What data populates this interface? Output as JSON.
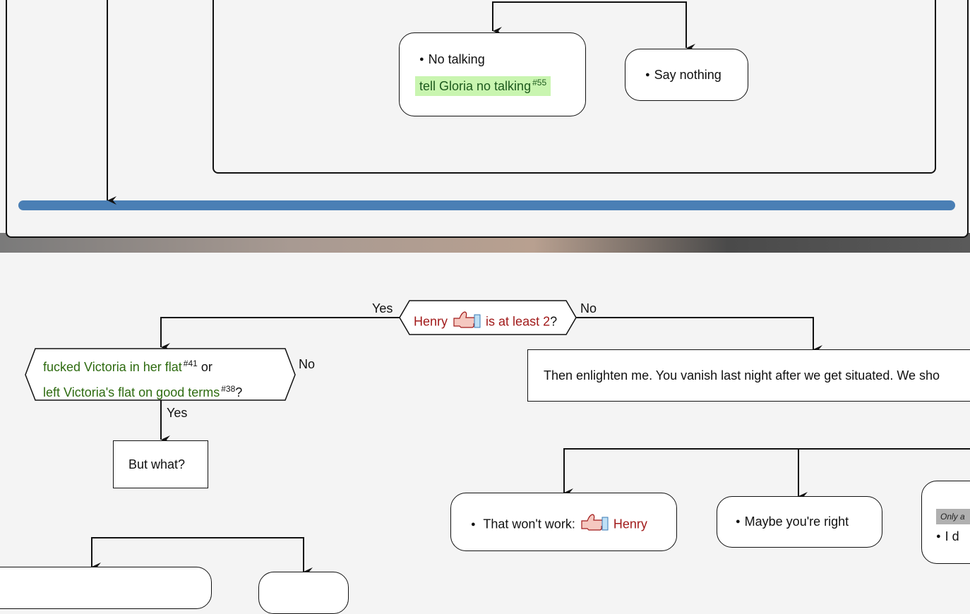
{
  "top": {
    "choice1_line1": "No talking",
    "choice1_line2": "tell Gloria no talking",
    "choice1_ref": "#55",
    "choice2": "Say nothing"
  },
  "condition": {
    "subject": "Henry",
    "predicate": "is at least 2",
    "qmark": "?",
    "yes": "Yes",
    "no": "No"
  },
  "sub_condition": {
    "part1": "fucked Victoria in her flat",
    "ref1": "#41",
    "joiner": "or",
    "part2": "left Victoria's flat on good terms",
    "ref2": "#38",
    "qmark": "?",
    "no": "No",
    "yes": "Yes"
  },
  "box_but_what": "But what?",
  "box_enlighten": "Then enlighten me. You vanish last night after we get situated. We sho",
  "choices_bottom": {
    "wont_work_prefix": "That won't work:",
    "wont_work_name": "Henry",
    "maybe": "Maybe you're right",
    "partial_note": "Only a",
    "partial_text": "I d"
  },
  "colors": {
    "bar": "#4a7fb5",
    "highlight": "#c9f5b0",
    "condition_red": "#a11a1a",
    "condition_green": "#2e6b10"
  },
  "icons": [
    "thumbs-up-icon",
    "thumbs-up-icon"
  ]
}
